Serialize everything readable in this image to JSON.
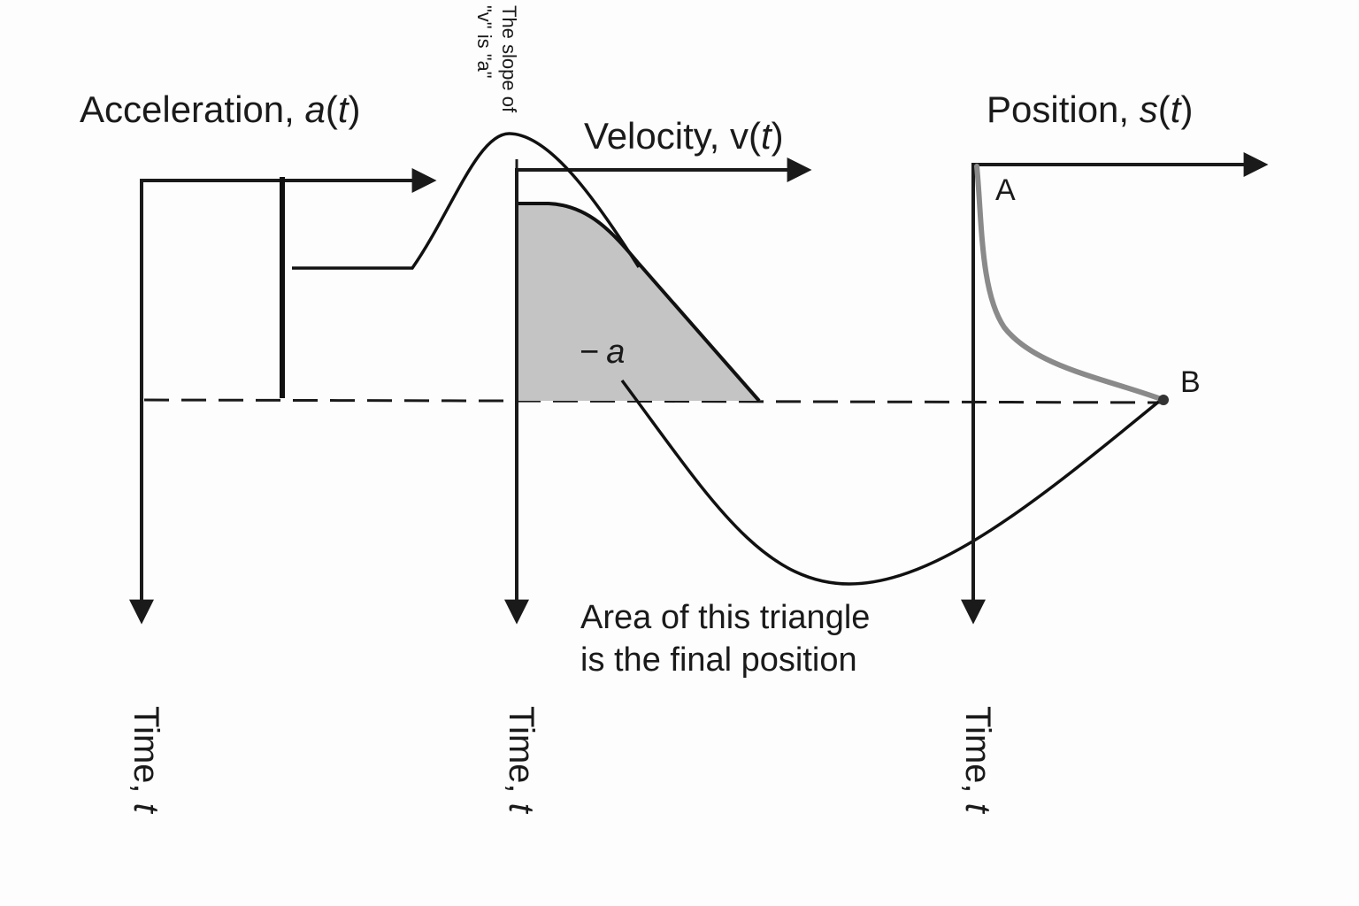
{
  "panels": {
    "acceleration": {
      "title_prefix": "Acceleration, ",
      "title_var": "a",
      "title_open": "(",
      "title_arg": "t",
      "title_close": ")",
      "time_label": "Time, ",
      "time_var": "t"
    },
    "velocity": {
      "title_prefix": "Velocity, v(",
      "title_arg": "t",
      "title_close": ")",
      "time_label": "Time, ",
      "time_var": "t"
    },
    "position": {
      "title_prefix": "Position, ",
      "title_var": "s",
      "title_open": "(",
      "title_arg": "t",
      "title_close": ")",
      "time_label": "Time, ",
      "time_var": "t",
      "point_a": "A",
      "point_b": "B"
    }
  },
  "annotations": {
    "slope_line1": "The slope of",
    "slope_line2": "\"v\" is \"a\"",
    "neg_a_sign": "−",
    "neg_a_var": "a",
    "area_line1": "Area of this triangle",
    "area_line2": "is the final position"
  },
  "colors": {
    "ink": "#111111",
    "shade": "#c4c4c4",
    "position_curve": "#8a8a8a"
  }
}
